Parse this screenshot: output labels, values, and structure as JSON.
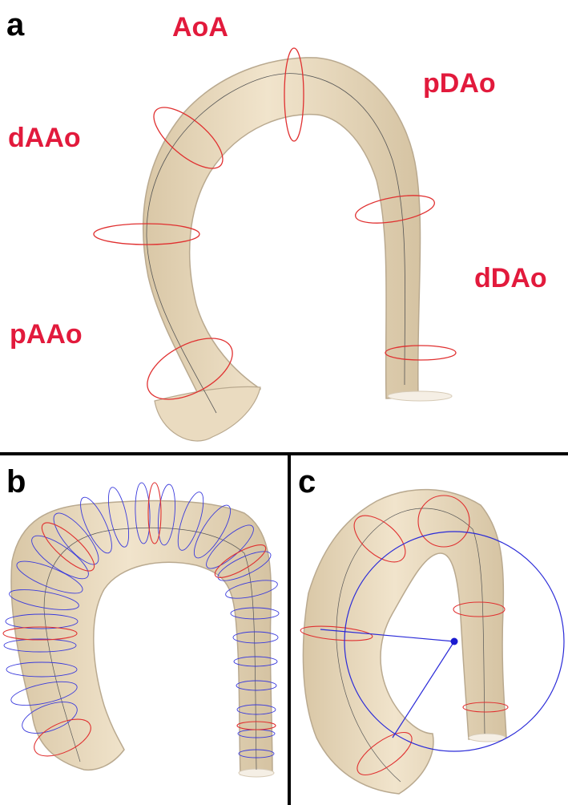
{
  "panels": {
    "a": {
      "letter": "a"
    },
    "b": {
      "letter": "b"
    },
    "c": {
      "letter": "c"
    }
  },
  "segments": {
    "aoa": "AoA",
    "pdao": "pDAo",
    "daao": "dAAo",
    "ddao": "dDAo",
    "paao": "pAAo"
  },
  "colors": {
    "label": "#e21a3c",
    "vessel_fill": "#ecdcc0",
    "vessel_edge": "#b9a98f",
    "cross_section": "#e03030",
    "fit_circle": "#2a2ad8",
    "centerline": "#555555",
    "divider": "#000000"
  }
}
